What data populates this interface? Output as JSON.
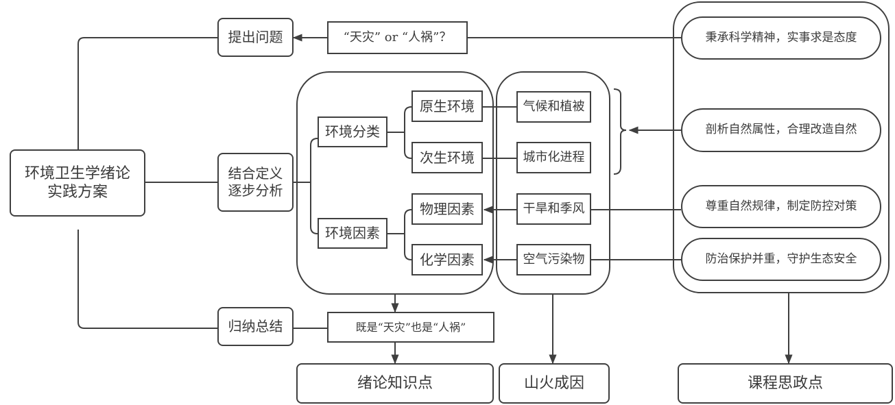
{
  "root": {
    "line1": "环境卫生学绪论",
    "line2": "实践方案"
  },
  "steps": {
    "raise_question": "提出问题",
    "analyze_line1": "结合定义",
    "analyze_line2": "逐步分析",
    "summarize": "归纳总结"
  },
  "question": "“天灾” or “人祸”？",
  "conclusion": "既是“天灾”也是“人祸”",
  "knowledge": {
    "env_classification": "环境分类",
    "primary_env": "原生环境",
    "secondary_env": "次生环境",
    "env_factors": "环境因素",
    "physical_factors": "物理因素",
    "chemical_factors": "化学因素"
  },
  "causes": {
    "climate_vegetation": "气候和植被",
    "urbanization": "城市化进程",
    "drought_monsoon": "干旱和季风",
    "air_pollutants": "空气污染物"
  },
  "ideology": {
    "item1": "秉承科学精神，实事求是态度",
    "item2": "剖析自然属性，合理改造自然",
    "item3": "尊重自然规律，制定防控对策",
    "item4": "防治保护并重，守护生态安全"
  },
  "outputs": {
    "knowledge_points": "绪论知识点",
    "fire_causes": "山火成因",
    "ideology_points": "课程思政点"
  }
}
